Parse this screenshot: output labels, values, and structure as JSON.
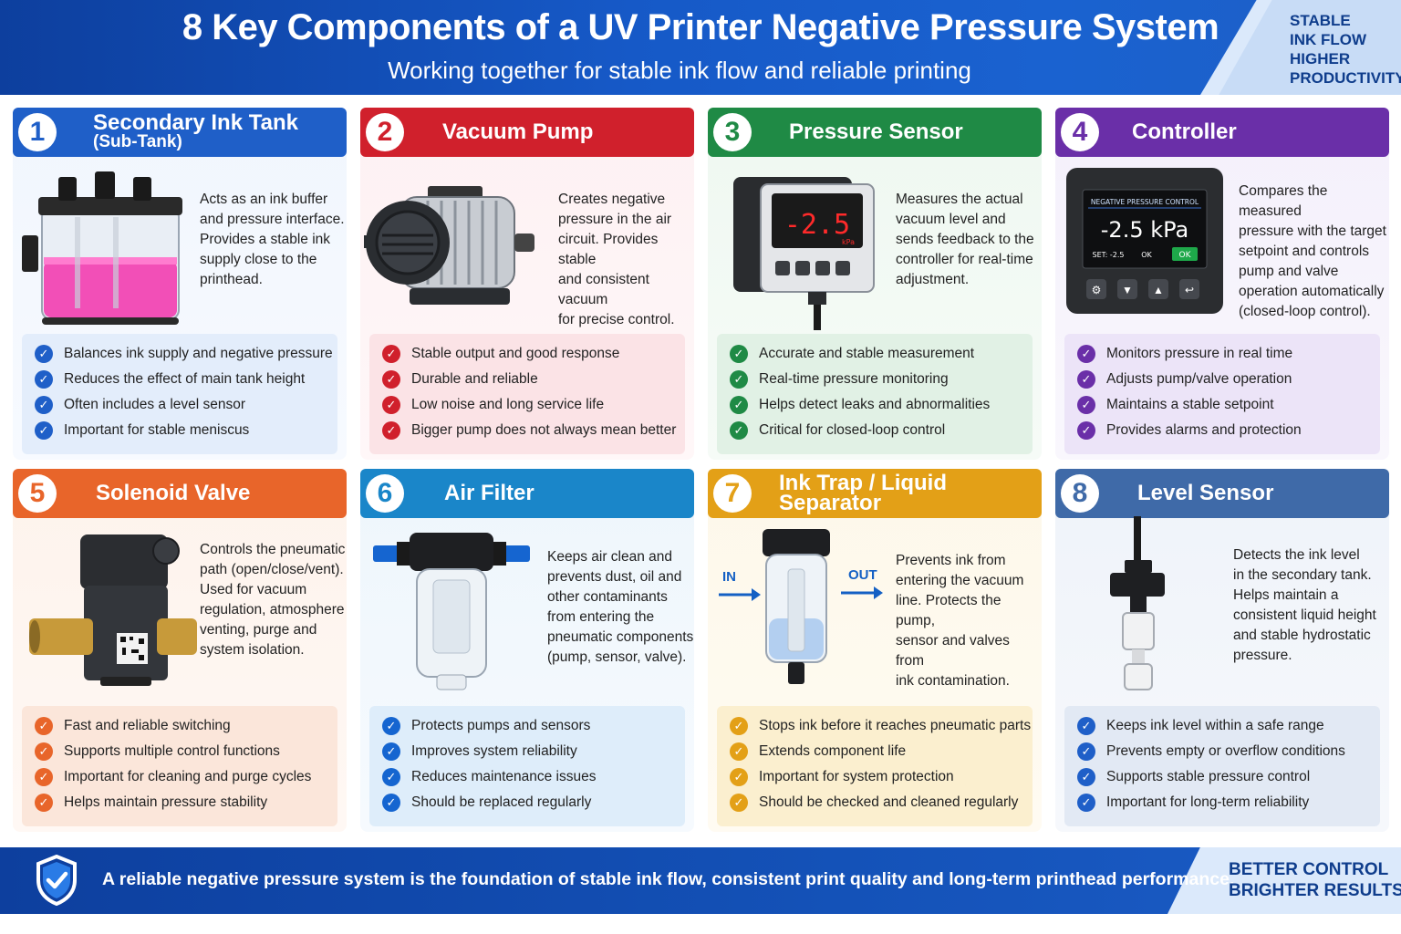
{
  "header": {
    "title": "8 Key Components of a UV Printer Negative Pressure System",
    "subtitle": "Working together for stable ink flow and reliable printing",
    "corner": [
      "STABLE",
      "INK FLOW",
      "HIGHER",
      "PRODUCTIVITY"
    ]
  },
  "cards": [
    {
      "number": "1",
      "title": "Secondary Ink Tank",
      "title2": "(Sub-Tank)",
      "color": "#1f5fc8",
      "description": [
        "Acts as an ink buffer",
        "and pressure interface.",
        "Provides a stable ink",
        "supply close to the",
        "printhead."
      ],
      "bullets": [
        "Balances ink supply and negative pressure",
        "Reduces the effect of main tank height",
        "Often includes a level sensor",
        "Important for stable meniscus"
      ],
      "icon": "ink-tank-icon"
    },
    {
      "number": "2",
      "title": "Vacuum Pump",
      "color": "#d0202c",
      "description": [
        "Creates negative",
        "pressure in the air",
        "circuit. Provides stable",
        "and consistent vacuum",
        "for precise control."
      ],
      "bullets": [
        "Stable output and good response",
        "Durable and reliable",
        "Low noise and long service life",
        "Bigger pump does not always mean better"
      ],
      "icon": "vacuum-pump-icon"
    },
    {
      "number": "3",
      "title": "Pressure Sensor",
      "color": "#1f8a45",
      "description": [
        "Measures the actual",
        "vacuum level and",
        "sends feedback to the",
        "controller for real-time",
        "adjustment."
      ],
      "bullets": [
        "Accurate and stable measurement",
        "Real-time pressure monitoring",
        "Helps detect leaks and abnormalities",
        "Critical for closed-loop control"
      ],
      "icon": "pressure-sensor-icon",
      "display_value": "-2.5",
      "display_unit": "kPa"
    },
    {
      "number": "4",
      "title": "Controller",
      "color": "#6a2fa8",
      "description": [
        "Compares the measured",
        "pressure with the target",
        "setpoint and controls",
        "pump and valve",
        "operation automatically",
        "(closed-loop control)."
      ],
      "bullets": [
        "Monitors pressure in real time",
        "Adjusts pump/valve operation",
        "Maintains a stable setpoint",
        "Provides alarms and protection"
      ],
      "icon": "controller-icon",
      "screen_title": "NEGATIVE PRESSURE CONTROL",
      "screen_value": "-2.5 kPa",
      "screen_set": "SET: -2.5",
      "screen_ok_text": "OK",
      "screen_ok_button": "OK"
    },
    {
      "number": "5",
      "title": "Solenoid Valve",
      "color": "#e8652a",
      "description": [
        "Controls the pneumatic",
        "path (open/close/vent).",
        "Used for vacuum",
        "regulation, atmosphere",
        "venting, purge and",
        "system isolation."
      ],
      "bullets": [
        "Fast and reliable switching",
        "Supports multiple control functions",
        "Important for cleaning and purge cycles",
        "Helps maintain pressure stability"
      ],
      "icon": "solenoid-valve-icon"
    },
    {
      "number": "6",
      "title": "Air Filter",
      "color": "#1a86c9",
      "description": [
        "Keeps air clean and",
        "prevents dust, oil and",
        "other contaminants",
        "from entering the",
        "pneumatic components",
        "(pump, sensor, valve)."
      ],
      "bullets": [
        "Protects pumps and sensors",
        "Improves system reliability",
        "Reduces maintenance issues",
        "Should be replaced regularly"
      ],
      "icon": "air-filter-icon"
    },
    {
      "number": "7",
      "title": "Ink Trap / Liquid Separator",
      "color": "#e3a017",
      "description": [
        "Prevents ink from",
        "entering the vacuum",
        "line. Protects the pump,",
        "sensor and valves from",
        "ink contamination."
      ],
      "bullets": [
        "Stops ink before it reaches pneumatic parts",
        "Extends component life",
        "Important for system protection",
        "Should be checked and cleaned regularly"
      ],
      "icon": "ink-trap-icon",
      "in_label": "IN",
      "out_label": "OUT"
    },
    {
      "number": "8",
      "title": "Level Sensor",
      "color": "#3f6aa8",
      "description": [
        "Detects the ink level",
        "in the secondary tank.",
        "Helps maintain a",
        "consistent liquid height",
        "and stable hydrostatic",
        "pressure."
      ],
      "bullets": [
        "Keeps ink level within a safe range",
        "Prevents empty or overflow conditions",
        "Supports stable pressure control",
        "Important for long-term reliability"
      ],
      "icon": "level-sensor-icon"
    }
  ],
  "footer": {
    "text": "A reliable negative pressure system is the foundation of stable ink flow, consistent print quality and long-term printhead performance.",
    "corner": [
      "BETTER CONTROL",
      "BRIGHTER RESULTS"
    ]
  }
}
